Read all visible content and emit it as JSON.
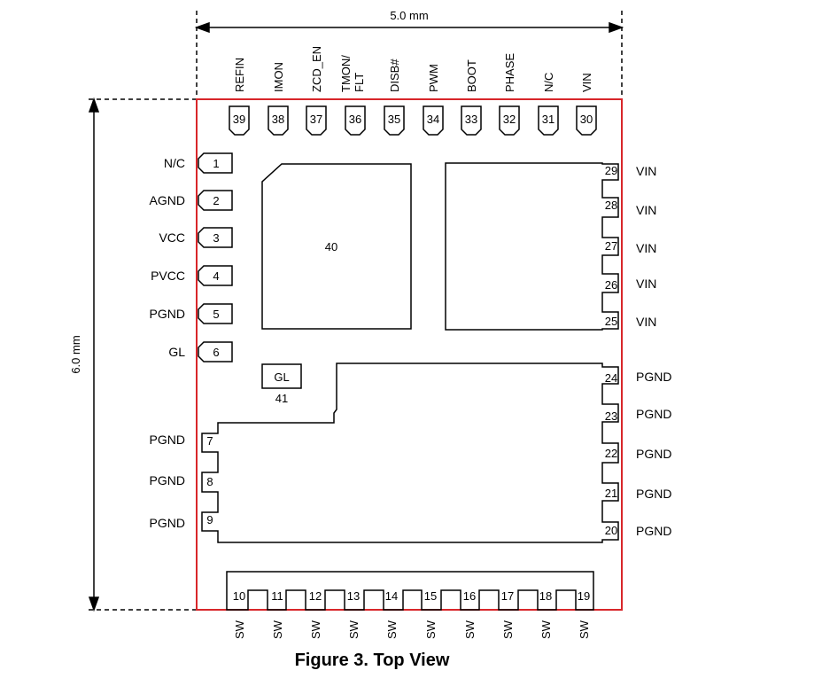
{
  "figure": {
    "caption": "Figure 3. Top View",
    "width_label": "5.0 mm",
    "height_label": "6.0 mm",
    "outline_color": "#d8262a"
  },
  "pins": {
    "top": [
      {
        "num": "39",
        "name": "REFIN"
      },
      {
        "num": "38",
        "name": "IMON"
      },
      {
        "num": "37",
        "name": "ZCD_EN"
      },
      {
        "num": "36",
        "name": "TMON/",
        "name2": "FLT"
      },
      {
        "num": "35",
        "name": "DISB#"
      },
      {
        "num": "34",
        "name": "PWM"
      },
      {
        "num": "33",
        "name": "BOOT"
      },
      {
        "num": "32",
        "name": "PHASE"
      },
      {
        "num": "31",
        "name": "N/C"
      },
      {
        "num": "30",
        "name": "VIN"
      }
    ],
    "left": [
      {
        "num": "1",
        "name": "N/C"
      },
      {
        "num": "2",
        "name": "AGND"
      },
      {
        "num": "3",
        "name": "VCC"
      },
      {
        "num": "4",
        "name": "PVCC"
      },
      {
        "num": "5",
        "name": "PGND"
      },
      {
        "num": "6",
        "name": "GL"
      },
      {
        "num": "7",
        "name": "PGND"
      },
      {
        "num": "8",
        "name": "PGND"
      },
      {
        "num": "9",
        "name": "PGND"
      }
    ],
    "right": [
      {
        "num": "29",
        "name": "VIN"
      },
      {
        "num": "28",
        "name": "VIN"
      },
      {
        "num": "27",
        "name": "VIN"
      },
      {
        "num": "26",
        "name": "VIN"
      },
      {
        "num": "25",
        "name": "VIN"
      },
      {
        "num": "24",
        "name": "PGND"
      },
      {
        "num": "23",
        "name": "PGND"
      },
      {
        "num": "22",
        "name": "PGND"
      },
      {
        "num": "21",
        "name": "PGND"
      },
      {
        "num": "20",
        "name": "PGND"
      }
    ],
    "bottom": [
      {
        "num": "10",
        "name": "SW"
      },
      {
        "num": "11",
        "name": "SW"
      },
      {
        "num": "12",
        "name": "SW"
      },
      {
        "num": "13",
        "name": "SW"
      },
      {
        "num": "14",
        "name": "SW"
      },
      {
        "num": "15",
        "name": "SW"
      },
      {
        "num": "16",
        "name": "SW"
      },
      {
        "num": "17",
        "name": "SW"
      },
      {
        "num": "18",
        "name": "SW"
      },
      {
        "num": "19",
        "name": "SW"
      }
    ]
  },
  "pads": {
    "pad40_label": "40",
    "pad41_name": "GL",
    "pad41_label": "41"
  }
}
